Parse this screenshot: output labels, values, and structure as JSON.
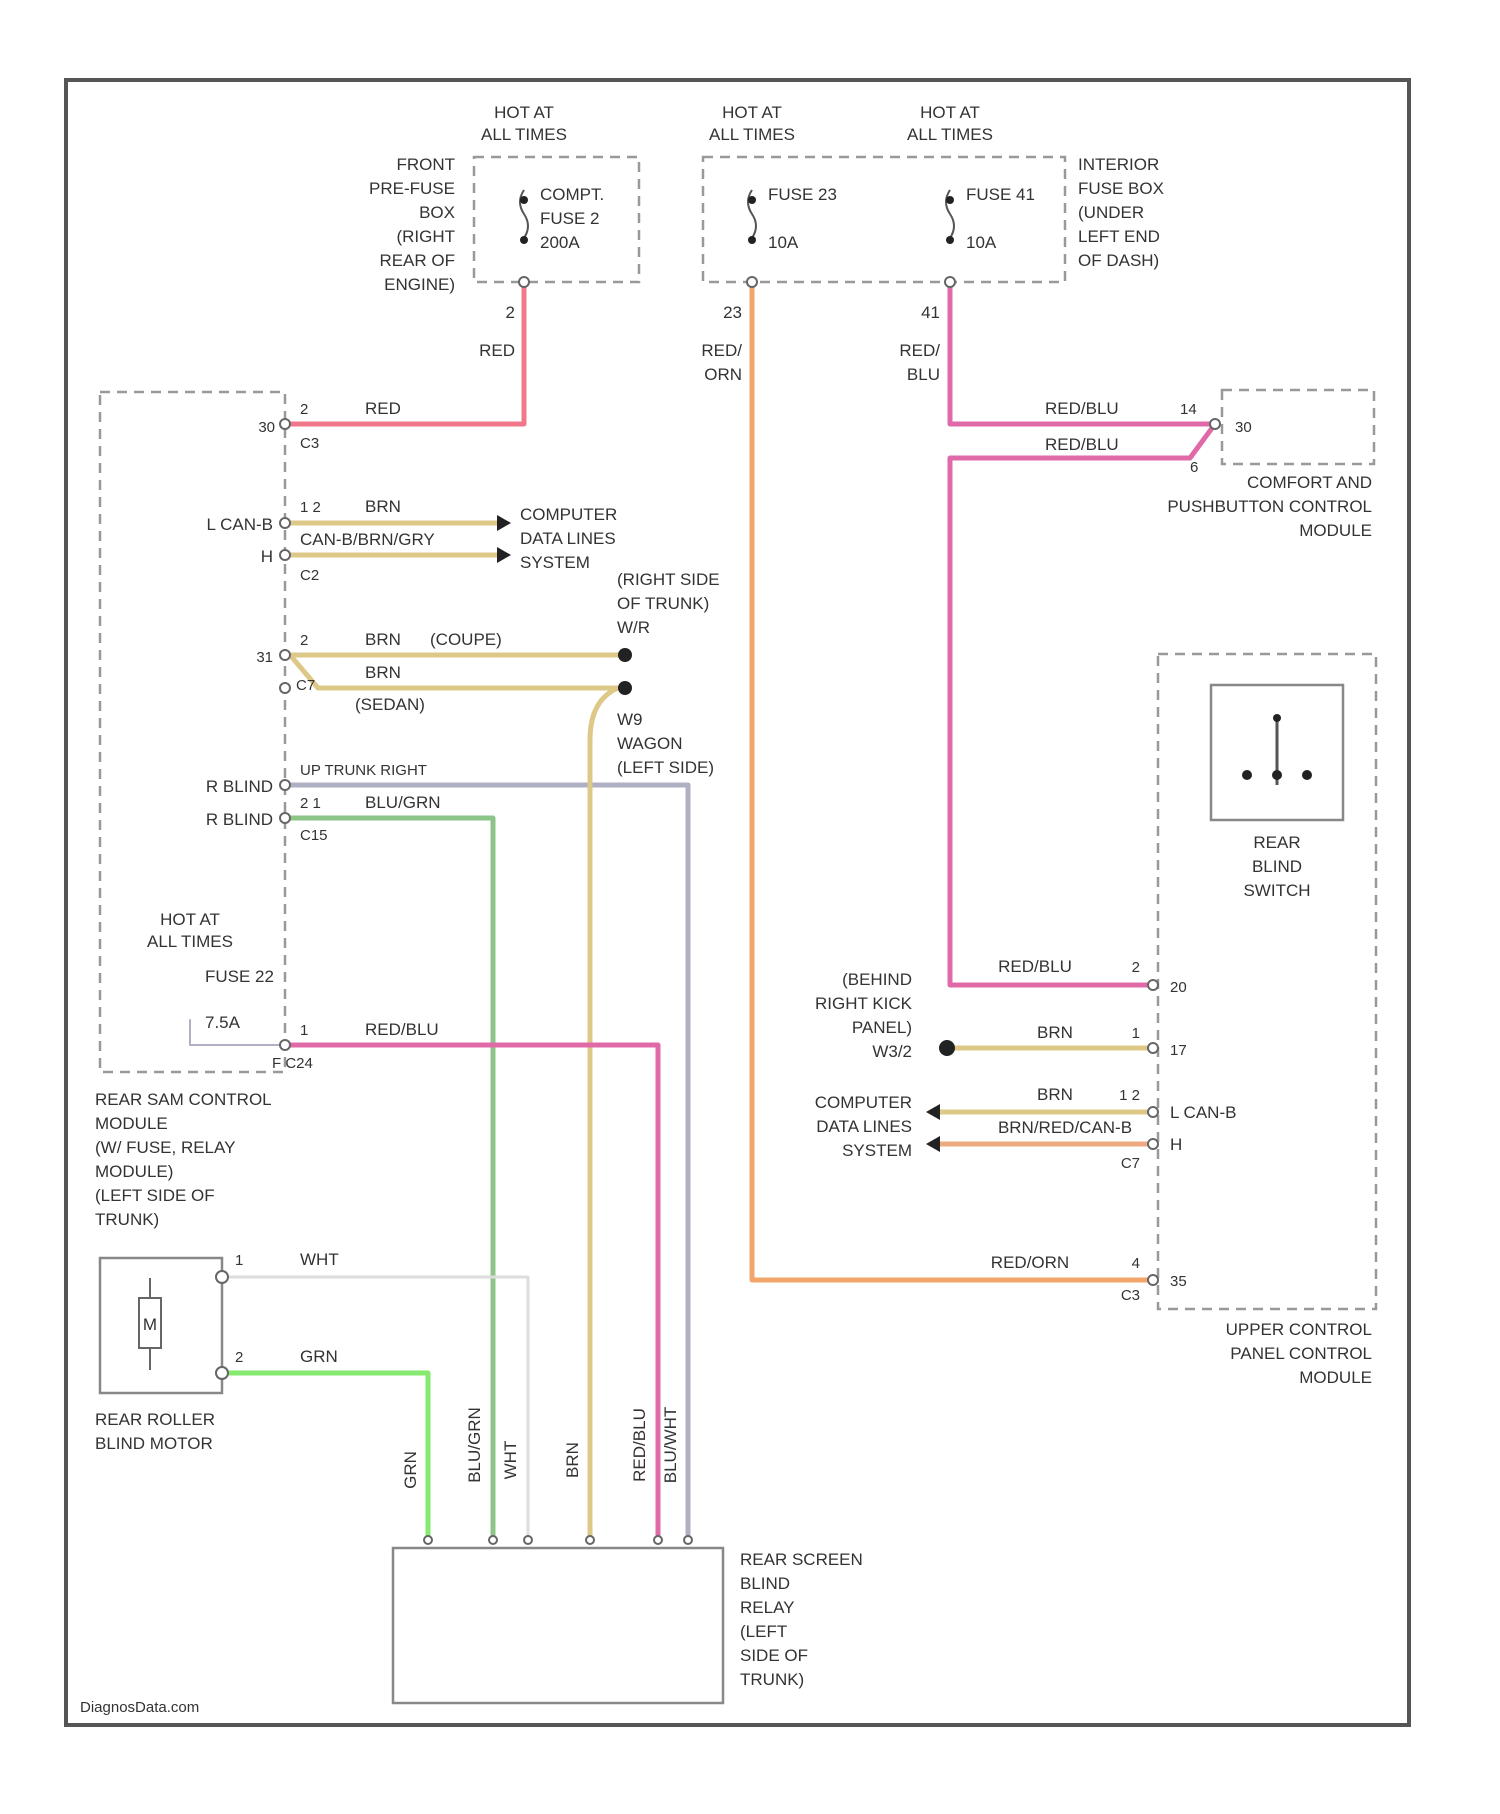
{
  "labels": {
    "hot1": [
      "HOT AT",
      "ALL TIMES"
    ],
    "hot2": [
      "HOT AT",
      "ALL TIMES"
    ],
    "hot3": [
      "HOT AT",
      "ALL TIMES"
    ],
    "front_prefuse": [
      "FRONT",
      "PRE-FUSE",
      "BOX",
      "(RIGHT",
      "REAR OF",
      "ENGINE)"
    ],
    "fuse_comp": [
      "COMPT.",
      "FUSE 2",
      "200A"
    ],
    "fuse_23": [
      "FUSE 23",
      "10A"
    ],
    "fuse_41": [
      "FUSE 41",
      "10A"
    ],
    "interior_fuse": [
      "INTERIOR",
      "FUSE BOX",
      "(UNDER",
      "LEFT END",
      "OF DASH)"
    ],
    "pin_2_top": "2",
    "pin_23": "23",
    "pin_41": "41",
    "wire_red": "RED",
    "wire_red_orn": [
      "RED/",
      "ORN"
    ],
    "wire_red_blu": [
      "RED/",
      "BLU"
    ],
    "rear_dash_pin_30": "30",
    "rear_dash_conn_c3": "C3",
    "rear_dash_pin2": "2",
    "wire_red2": "RED",
    "wire_redblu_a": "RED/BLU",
    "wire_redblu_b": "RED/BLU",
    "comfort_pin_14": "14",
    "comfort_pin_30": "30",
    "comfort_pin_6": "6",
    "comfort_module": [
      "COMFORT AND",
      "PUSHBUTTON CONTROL",
      "MODULE"
    ],
    "lcan_b": "L CAN-B",
    "lcan_h": "H",
    "pin_12": "1 2",
    "conn_c2": "C2",
    "wire_brn": "BRN",
    "wire_can": "CAN-B/BRN/GRY",
    "computer_data_left": [
      "COMPUTER",
      "DATA LINES",
      "SYSTEM"
    ],
    "right_side_trunk": [
      "(RIGHT SIDE",
      "OF TRUNK)",
      "W/R"
    ],
    "pin_31": "31",
    "pin_2b": "2",
    "pin_c7": "C7",
    "wire_brn_coupe": "BRN",
    "coupe": "(COUPE)",
    "wire_brn_sedan": "BRN",
    "sedan": "(SEDAN)",
    "ws_wagon": [
      "W9",
      "WAGON",
      "(LEFT SIDE)"
    ],
    "r_blind1": "R BLIND",
    "r_blind2": "R BLIND",
    "pin_up_down": "UP TRUNK RIGHT",
    "pin_21": "2 1",
    "conn_c15": "C15",
    "wire_blu_grn": "BLU/GRN",
    "hot_at_times_left": [
      "HOT AT",
      "ALL TIMES"
    ],
    "fuse_22": [
      "FUSE 22",
      "7.5A"
    ],
    "pin_1_f": "1",
    "conn_c9": "F C24",
    "wire_redblu_left": "RED/BLU",
    "rear_dash_module": [
      "REAR SAM CONTROL",
      "MODULE",
      "(W/ FUSE, RELAY",
      "MODULE)",
      "(LEFT SIDE OF",
      "TRUNK)"
    ],
    "motor_m": "M",
    "motor_pin1": "1",
    "motor_pin2": "2",
    "wire_wht": "WHT",
    "wire_grn": "GRN",
    "motor_label": [
      "REAR ROLLER",
      "BLIND MOTOR"
    ],
    "vert_grn": "GRN",
    "vert_blu_grn": "BLU/GRN",
    "vert_wht": "WHT",
    "vert_brn": "BRN",
    "vert_red_blu": "RED/BLU",
    "vert_blu_wht": "BLU/WHT",
    "relay_label": [
      "REAR SCREEN",
      "BLIND",
      "RELAY",
      "(LEFT",
      "SIDE OF",
      "TRUNK)"
    ],
    "switch_label": [
      "REAR",
      "BLIND",
      "SWITCH"
    ],
    "kick_panel": [
      "(BEHIND",
      "RIGHT KICK",
      "PANEL)",
      "W3/2"
    ],
    "upper_pin_2": "2",
    "upper_pin_20": "20",
    "wire_redblu_upper": "RED/BLU",
    "upper_pin_1": "1",
    "upper_pin_17": "17",
    "wire_brn_upper": "BRN",
    "computer_data_right": [
      "COMPUTER",
      "DATA LINES",
      "SYSTEM"
    ],
    "wire_brn_upper2": "BRN",
    "wire_brn_red_can": "BRN/RED/CAN-B",
    "upper_pin_12": "1 2",
    "upper_lcan": "L CAN-B",
    "upper_h": "H",
    "upper_c7": "C7",
    "wire_red_orn_upper": "RED/ORN",
    "upper_pin_4": "4",
    "upper_pin_35": "35",
    "upper_c3": "C3",
    "upper_module": [
      "UPPER CONTROL",
      "PANEL CONTROL",
      "MODULE"
    ],
    "watermark": "DiagnosData.com"
  }
}
